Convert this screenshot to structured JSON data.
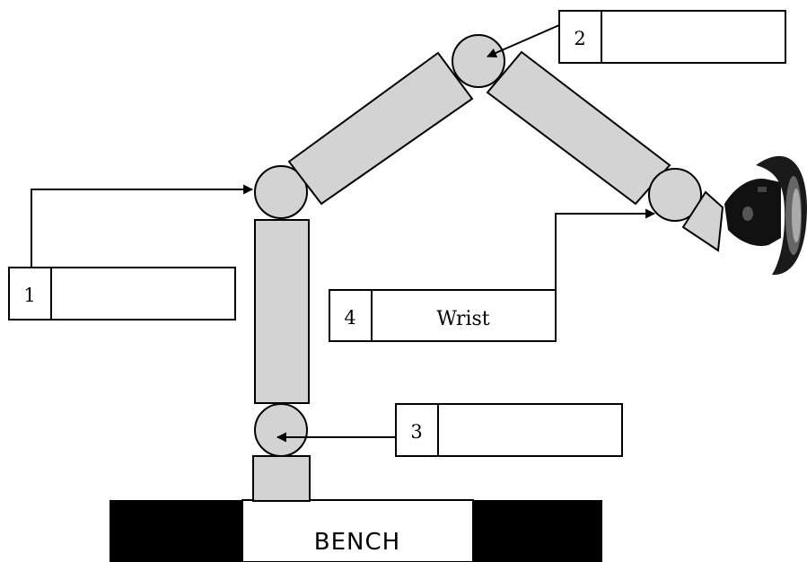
{
  "labels": [
    {
      "number": "1",
      "answer": ""
    },
    {
      "number": "2",
      "answer": ""
    },
    {
      "number": "3",
      "answer": ""
    },
    {
      "number": "4",
      "answer": "Wrist"
    }
  ],
  "bench": {
    "label": "BENCH"
  },
  "colors": {
    "segment_fill": "#d3d3d3",
    "outline": "#000000",
    "bench_fill": "#000000"
  },
  "icons": {
    "gripper": "suction-cup-gripper-icon"
  }
}
